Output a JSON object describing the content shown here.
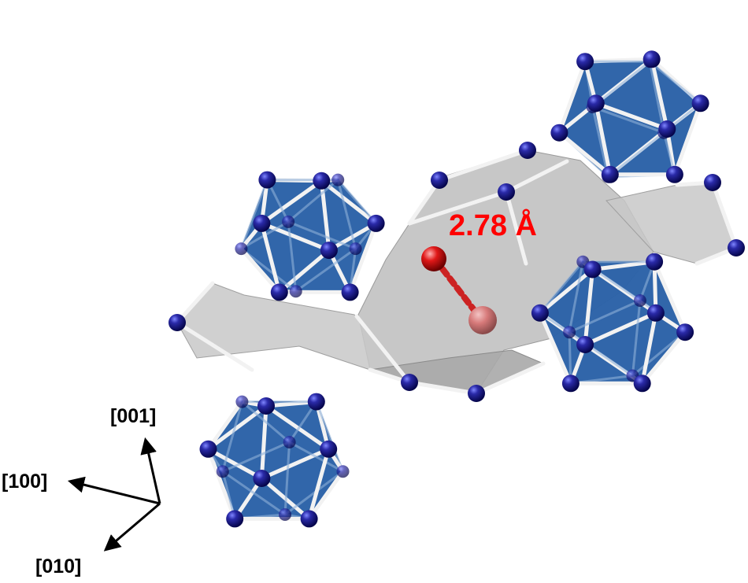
{
  "distance_label": "2.78 Å",
  "axes": {
    "c": "[001]",
    "a": "[100]",
    "b": "[010]"
  },
  "colors": {
    "atom": "#0b0b78",
    "polyhedron": "#2c63a8",
    "bond": "#f2f2f2",
    "ring": "#b8b8b8",
    "oxygen": "#d01010",
    "label_red": "#ff0000"
  }
}
